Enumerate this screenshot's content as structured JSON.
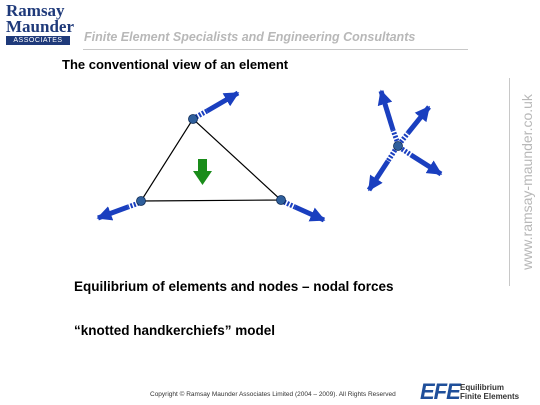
{
  "logo": {
    "line1": "Ramsay",
    "line2": "Maunder",
    "line3": "ASSOCIATES"
  },
  "tagline": "Finite Element Specialists and Engineering Consultants",
  "url": "www.ramsay-maunder.co.uk",
  "slide": {
    "title": "The conventional view of an element",
    "body_line1": "Equilibrium of elements and nodes – nodal forces",
    "body_line2": "“knotted handkerchiefs” model"
  },
  "footer": {
    "copyright": "Copyright © Ramsay Maunder Associates Limited (2004 – 2009).  All Rights Reserved",
    "efe_mark": "EFE",
    "efe_line1": "Equilibrium",
    "efe_line2": "Finite Elements"
  },
  "colors": {
    "arrow_blue": "#1a3fbf",
    "node_blue": "#2f5f9c",
    "load_green": "#1a8c1a",
    "brand_navy": "#1f3a7a"
  }
}
